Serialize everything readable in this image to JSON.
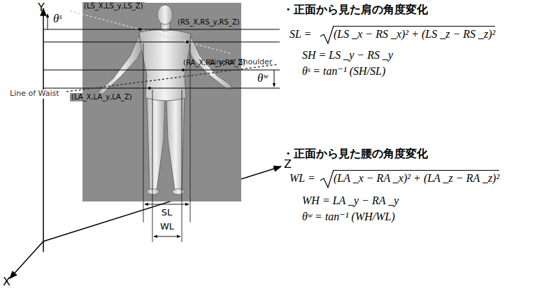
{
  "diagram": {
    "labels": [
      "Y",
      "Z",
      "X",
      "θˢ",
      "(LS_X,LS_y,LS_Z)",
      "(RS_X,RS_y,RS_Z)",
      "Line of Shoulder",
      "(RA_X,RA_y,RA_Z)",
      "Line of Waist",
      "(LA_X,LA_y,LA_Z)",
      "θʷ",
      "SL",
      "WL",
      "・正面から見た肩の角度変化",
      "SL =",
      "(LS _x − RS _x)² + (LS _z − RS _z)²",
      "SH = LS _y − RS _y",
      "θˢ = tan⁻¹ (SH/SL)",
      "・正面から見た腰の角度変化",
      "WL =",
      "(LA _x − RA _x)² + (LA _z − RA _z)²",
      "WH = LA _y − RA _y",
      "θʷ = tan⁻¹ (WH/WL)"
    ]
  }
}
